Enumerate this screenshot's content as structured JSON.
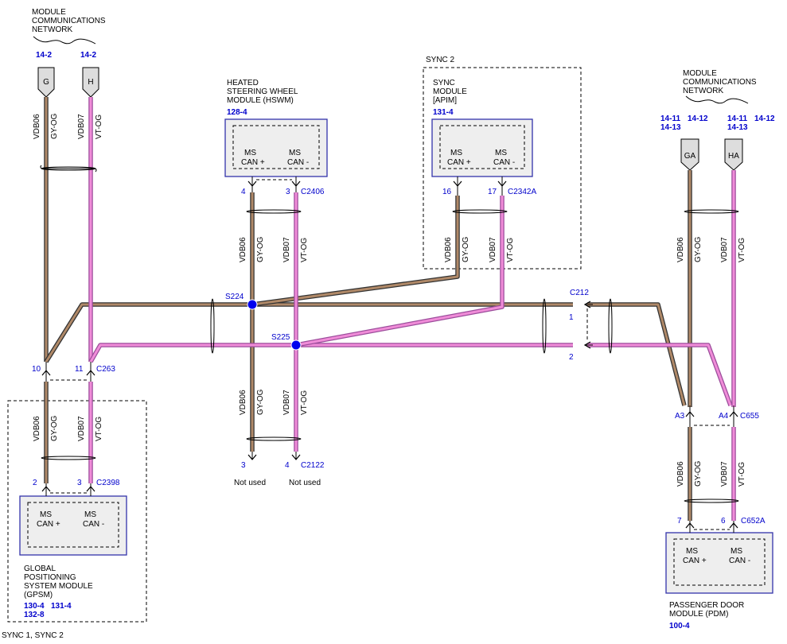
{
  "top_network": {
    "line1": "MODULE",
    "line2": "COMMUNICATIONS",
    "line3": "NETWORK",
    "ref_g": "14-2",
    "ref_h": "14-2"
  },
  "right_network": {
    "line1": "MODULE",
    "line2": "COMMUNICATIONS",
    "line3": "NETWORK",
    "ref_ga_1": "14-11",
    "ref_ga_2": "14-13",
    "ref_ga_3": "14-12",
    "ref_ha_1": "14-11",
    "ref_ha_2": "14-13",
    "ref_ha_3": "14-12"
  },
  "tags": {
    "g": "G",
    "h": "H",
    "ga": "GA",
    "ha": "HA"
  },
  "wires": {
    "brown_circuit": "VDB06",
    "brown_color": "GY-OG",
    "pink_circuit": "VDB07",
    "pink_color": "VT-OG"
  },
  "hswm": {
    "line1": "HEATED",
    "line2": "STEERING WHEEL",
    "line3": "MODULE (HSWM)",
    "ref": "128-4",
    "pin_plus_label1": "MS",
    "pin_plus_label2": "CAN +",
    "pin_minus_label1": "MS",
    "pin_minus_label2": "CAN -",
    "pin_plus": "4",
    "pin_minus": "3",
    "connector": "C2406"
  },
  "sync": {
    "group": "SYNC 2",
    "line1": "SYNC",
    "line2": "MODULE",
    "line3": "[APIM]",
    "ref": "131-4",
    "pin_plus_label1": "MS",
    "pin_plus_label2": "CAN +",
    "pin_minus_label1": "MS",
    "pin_minus_label2": "CAN -",
    "pin_plus": "16",
    "pin_minus": "17",
    "connector": "C2342A"
  },
  "gpsm": {
    "group": "SYNC 1, SYNC 2",
    "line1": "GLOBAL",
    "line2": "POSITIONING",
    "line3": "SYSTEM MODULE",
    "line4": "(GPSM)",
    "ref1": "130-4",
    "ref2": "131-4",
    "ref3": "132-8",
    "pin_plus_label1": "MS",
    "pin_plus_label2": "CAN +",
    "pin_minus_label1": "MS",
    "pin_minus_label2": "CAN -",
    "pin_plus": "2",
    "pin_minus": "3",
    "connector": "C2398"
  },
  "pdm": {
    "line1": "PASSENGER DOOR",
    "line2": "MODULE (PDM)",
    "ref": "100-4",
    "pin_plus_label1": "MS",
    "pin_plus_label2": "CAN +",
    "pin_minus_label1": "MS",
    "pin_minus_label2": "CAN -",
    "pin_plus": "7",
    "pin_minus": "6",
    "connector": "C652A"
  },
  "c263": {
    "pin_a": "10",
    "pin_b": "11",
    "connector": "C263"
  },
  "c2122": {
    "pin_a": "3",
    "pin_b": "4",
    "connector": "C2122",
    "unused_a": "Not used",
    "unused_b": "Not used"
  },
  "c212": {
    "connector": "C212",
    "pin_1": "1",
    "pin_2": "2"
  },
  "c655": {
    "pin_a": "A3",
    "pin_b": "A4",
    "connector": "C655"
  },
  "splices": {
    "s224": "S224",
    "s225": "S225"
  }
}
